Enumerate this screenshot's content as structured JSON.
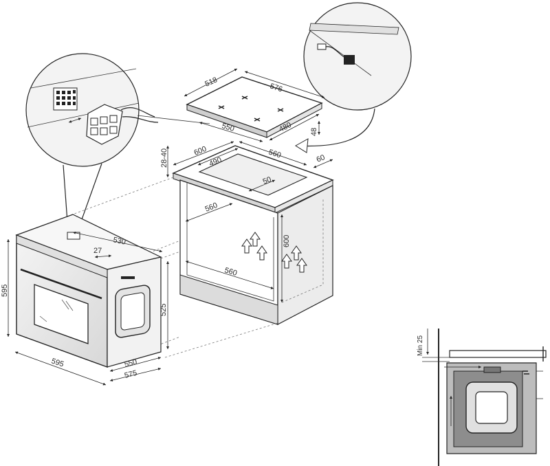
{
  "dimensions": {
    "hob_depth": "518",
    "hob_width": "576",
    "hob_cut_width": "550",
    "hob_cut_depth": "480",
    "hob_height": "48",
    "counter_thickness": "28-40",
    "cabinet_width": "600",
    "cutout_width": "490",
    "cabinet_depth": "560",
    "rear_gap": "60",
    "rear_clearance": "50",
    "niche_inner_width": "560",
    "niche_height": "600",
    "niche_depth": "560",
    "oven_top_depth": "530",
    "oven_panel": "27",
    "oven_height": "595",
    "oven_inner_height": "525",
    "oven_width": "595",
    "oven_depth_a": "550",
    "oven_depth_b": "575",
    "min_clearance": "Min 25"
  },
  "colors": {
    "line": "#222222",
    "shading": "#cfcfcf",
    "callout_fill": "#eeeeee",
    "dark_fill": "#3a3a3a"
  }
}
